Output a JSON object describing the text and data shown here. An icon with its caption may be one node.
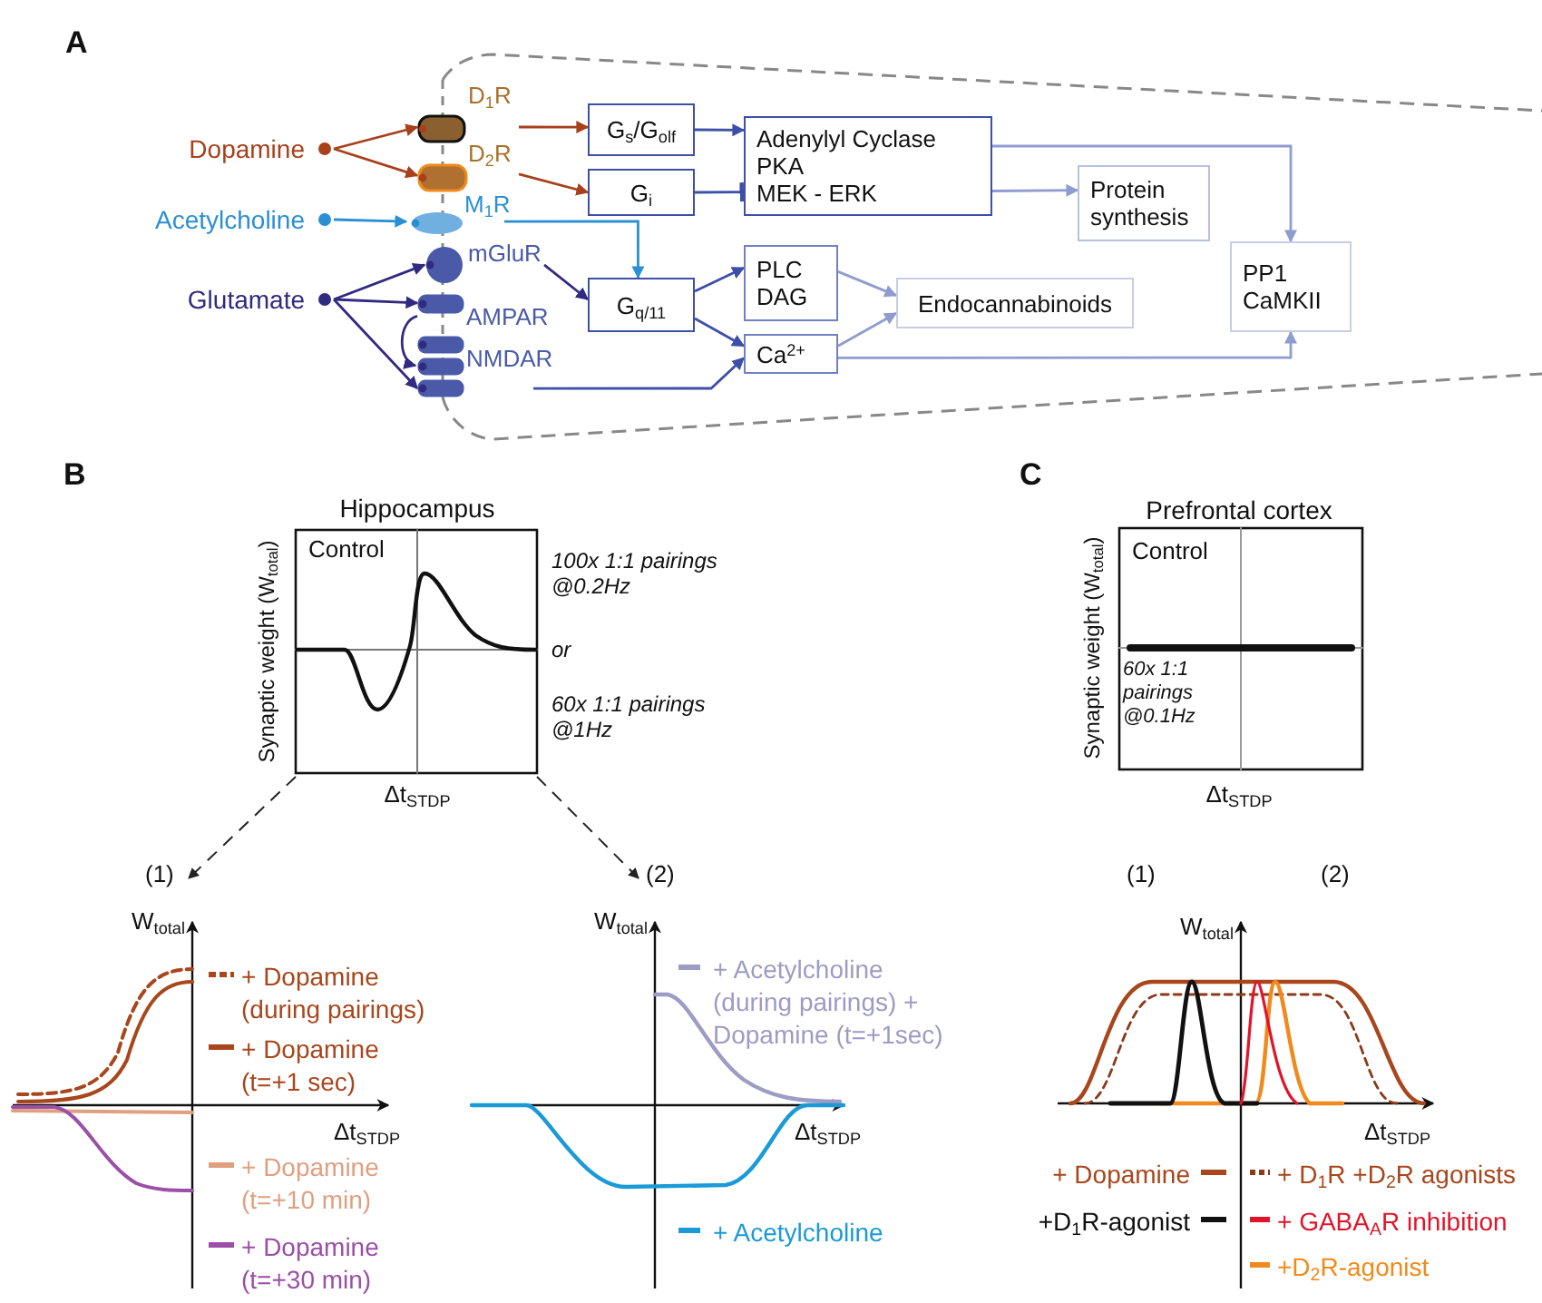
{
  "diagram": {
    "nodes": [
      {
        "text": [
          "Dopamine"
        ]
      },
      {
        "text": [
          "D$_{1}$R"
        ]
      },
      {
        "text": [
          "D$_{2}$R"
        ]
      },
      {
        "text": [
          "Acetylcholine"
        ]
      },
      {
        "text": [
          "M$_{1}$R"
        ]
      },
      {
        "text": [
          "Glutamate"
        ]
      },
      {
        "text": [
          "mGluR"
        ]
      },
      {
        "text": [
          "AMPAR"
        ]
      },
      {
        "text": [
          "NMDAR"
        ]
      },
      {
        "text": [
          "G$_{s}$/G$_{olf}$"
        ]
      },
      {
        "text": [
          "G$_{i}$"
        ]
      },
      {
        "text": [
          "G$_{q/11}$"
        ]
      },
      {
        "text": [
          "Adenylyl Cyclase",
          "PKA",
          "MEK - ERK"
        ]
      },
      {
        "text": [
          "Protein synthesis"
        ]
      },
      {
        "text": [
          "PLC",
          "DAG"
        ]
      },
      {
        "text": [
          "Ca$^{2+}$"
        ]
      },
      {
        "text": [
          "Endocannabinoids"
        ]
      },
      {
        "text": [
          "PP1",
          "CaMKII"
        ]
      }
    ],
    "edges": [
      {
        "from": 0,
        "to": 1,
        "arrow": "to",
        "color": "#a8401c"
      },
      {
        "from": 0,
        "to": 2,
        "arrow": "to",
        "color": "#a8401c"
      },
      {
        "from": 3,
        "to": 4,
        "arrow": "to",
        "color": "#2a8fd4"
      },
      {
        "from": 5,
        "to": 6,
        "arrow": "to",
        "color": "#302a80"
      },
      {
        "from": 5,
        "to": 7,
        "arrow": "to",
        "color": "#302a80"
      },
      {
        "from": 5,
        "to": 8,
        "arrow": "to",
        "color": "#302a80"
      },
      {
        "from": 7,
        "to": 8,
        "arrow": "to",
        "color": "#302a80"
      },
      {
        "from": 1,
        "to": 9,
        "arrow": "to",
        "color": "#a8401c"
      },
      {
        "from": 2,
        "to": 10,
        "arrow": "to",
        "color": "#a8401c"
      },
      {
        "from": 4,
        "to": 11,
        "arrow": "to",
        "color": "#2a8fd4"
      },
      {
        "from": 6,
        "to": 11,
        "arrow": "to",
        "color": "#302a80"
      },
      {
        "from": 8,
        "to": 15,
        "arrow": "to"
      },
      {
        "from": 9,
        "to": 12,
        "arrow": "to"
      },
      {
        "from": 10,
        "to": 12,
        "arrow": "other"
      },
      {
        "from": 11,
        "to": 14,
        "arrow": "to"
      },
      {
        "from": 11,
        "to": 15,
        "arrow": "to"
      },
      {
        "from": 12,
        "to": 13,
        "arrow": "to",
        "color": "#8e9cd0"
      },
      {
        "from": 12,
        "to": 17,
        "arrow": "to",
        "color": "#8e9cd0"
      },
      {
        "from": 14,
        "to": 16,
        "arrow": "to",
        "color": "#8e9cd0"
      },
      {
        "from": 15,
        "to": 16,
        "arrow": "to",
        "color": "#8e9cd0"
      },
      {
        "from": 15,
        "to": 17,
        "arrow": "to",
        "color": "#8e9cd0"
      }
    ],
    "labels": [
      "A",
      "B",
      "Hippocampus",
      "C",
      "Prefrontal cortex",
      "Control",
      "Synaptic weight (W$_{total}$)",
      "100x 1:1 pairings @0.2Hz",
      "or",
      "60x 1:1 pairings @1Hz",
      "Δt$_{STDP}$",
      "(1)",
      "(2)",
      "W$_{total}$",
      "Δt$_{STDP}$",
      "W$_{total}$",
      "Δt$_{STDP}$",
      "Control",
      "Synaptic weight (W$_{total}$)",
      "60x 1:1 pairings @0.1Hz",
      "Δt$_{STDP}$",
      "(1)",
      "(2)",
      "W$_{total}$",
      "Δt$_{STDP}$"
    ],
    "legend": [
      {
        "text": "+ Dopamine (during pairings)"
      },
      {
        "text": "+ Dopamine (t=+1 sec)"
      },
      {
        "text": "+ Dopamine (t=+10 min)"
      },
      {
        "text": "+ Dopamine (t=+30 min)"
      },
      {
        "text": "+ Acetylcholine (during pairings) + Dopamine (t=+1sec)"
      },
      {
        "text": "+ Acetylcholine"
      },
      {
        "text": "+ Dopamine"
      },
      {
        "text": "+ D$_{1}$R +D$_{2}$R agonists"
      },
      {
        "text": "+D$_{1}$R-agonist"
      },
      {
        "text": "+ GABA$_{A}$R inhibition"
      },
      {
        "text": "+D$_{2}$R-agonist"
      }
    ]
  }
}
